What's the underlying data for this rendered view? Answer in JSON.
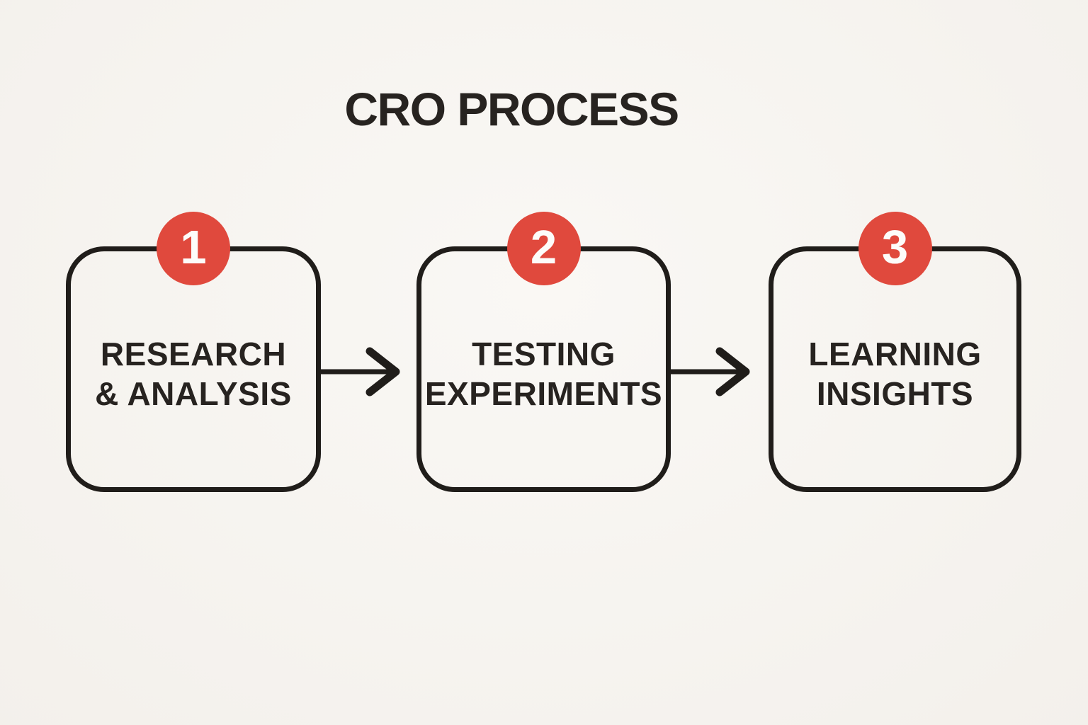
{
  "title": "CRO PROCESS",
  "colors": {
    "background": "#f7f4ef",
    "line": "#201d1a",
    "text": "#272320",
    "badge_bg": "#e0493d",
    "badge_text": "#fdfcfa"
  },
  "steps": [
    {
      "number": "1",
      "lines": [
        "RESEARCH",
        "& ANALYSIS"
      ]
    },
    {
      "number": "2",
      "lines": [
        "TESTING",
        "EXPERIMENTS"
      ]
    },
    {
      "number": "3",
      "lines": [
        "LEARNING",
        "INSIGHTS"
      ]
    }
  ]
}
